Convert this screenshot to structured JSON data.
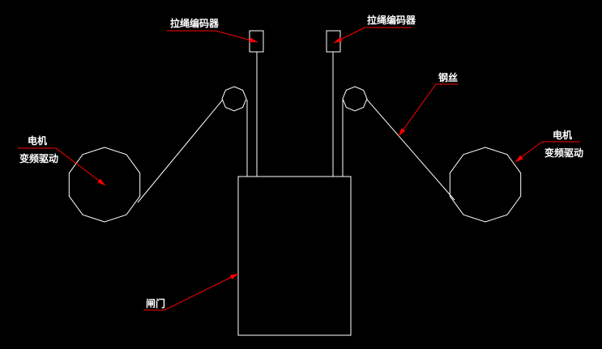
{
  "labels": {
    "encoder_left": "拉绳编码器",
    "encoder_right": "拉绳编码器",
    "wire": "钢丝",
    "motor_left_line1": "电机",
    "motor_left_line2": "变频驱动",
    "motor_right_line1": "电机",
    "motor_right_line2": "变频驱动",
    "gate": "闸门"
  },
  "colors": {
    "background": "#000000",
    "geometry": "#ffffff",
    "leader": "#ff0000"
  }
}
